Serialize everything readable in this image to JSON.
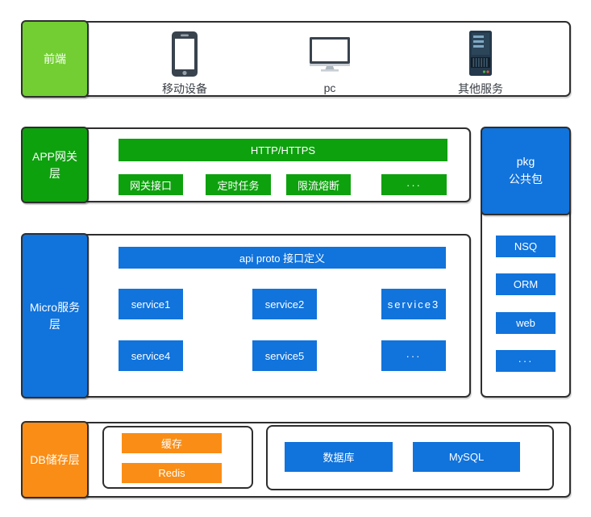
{
  "colors": {
    "bright_green": "#72CE33",
    "green": "#0EA10E",
    "blue": "#1173DC",
    "orange": "#FA8D15",
    "border": "#2E2E2E"
  },
  "frontend": {
    "label": "前端",
    "devices": [
      {
        "icon": "smartphone-icon",
        "caption": "移动设备"
      },
      {
        "icon": "monitor-icon",
        "caption": "pc"
      },
      {
        "icon": "server-icon",
        "caption": "其他服务"
      }
    ]
  },
  "gateway": {
    "label": "APP网关层",
    "banner": "HTTP/HTTPS",
    "items": [
      "网关接口",
      "定时任务",
      "限流熔断",
      "···"
    ]
  },
  "micro": {
    "label": "Micro服务层",
    "banner": "api proto 接口定义",
    "services_row1": [
      "service1",
      "service2",
      "service3"
    ],
    "services_row2": [
      "service4",
      "service5",
      "···"
    ]
  },
  "pkg": {
    "title_line1": "pkg",
    "title_line2": "公共包",
    "items": [
      "NSQ",
      "ORM",
      "web",
      "···"
    ]
  },
  "db": {
    "label": "DB储存层",
    "cache_group": [
      "缓存",
      "Redis"
    ],
    "database_group": [
      "数据库",
      "MySQL"
    ]
  }
}
